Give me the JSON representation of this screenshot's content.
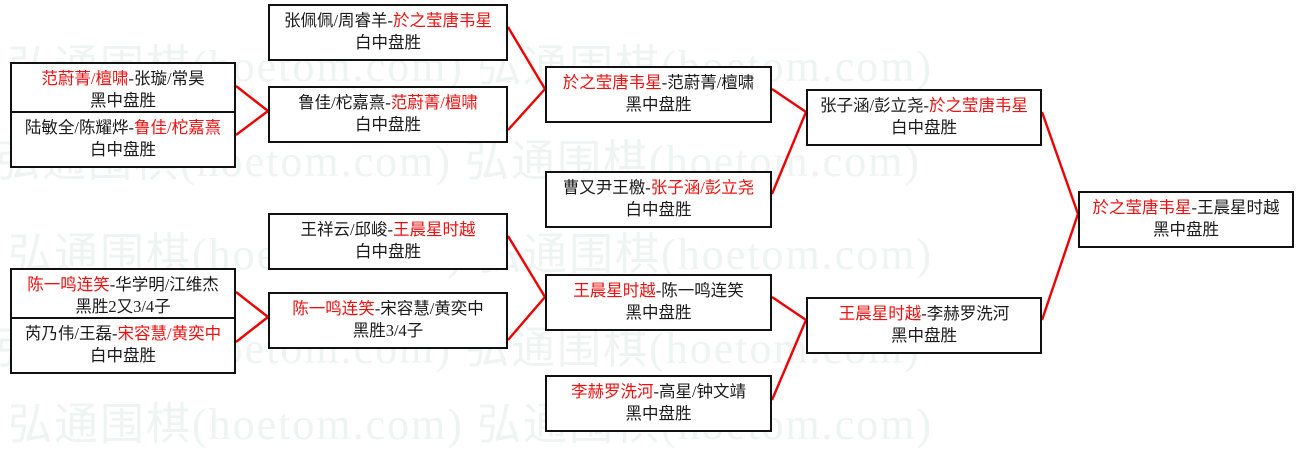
{
  "watermark": {
    "text": "弘通围棋(hoetom.com)  弘通围棋(hoetom.com)",
    "color": "#eef4f1"
  },
  "colors": {
    "winner": "#ee1111",
    "loser": "#1a1a1a",
    "connector": "#ee0000",
    "box_border": "#111111",
    "background": "#ffffff"
  },
  "bracket": {
    "title": "",
    "rounds": [
      {
        "name": "round-1",
        "matches": [
          {
            "id": "r1m1",
            "winner": "范蔚菁/檀啸",
            "loser": "张璇/常昊",
            "winner_side": "left",
            "result": "黑中盘胜"
          },
          {
            "id": "r1m2",
            "winner": "鲁佳/柁嘉熹",
            "loser": "陆敏全/陈耀烨",
            "winner_side": "right",
            "result": "白中盘胜"
          },
          {
            "id": "r1m3",
            "winner": "陈一鸣连笑",
            "loser": "华学明/江维杰",
            "winner_side": "left",
            "result": "黑胜2又3/4子"
          },
          {
            "id": "r1m4",
            "winner": "宋容慧/黄奕中",
            "loser": "芮乃伟/王磊",
            "winner_side": "right",
            "result": "白中盘胜"
          }
        ]
      },
      {
        "name": "round-2",
        "matches": [
          {
            "id": "r2m1",
            "winner": "於之莹唐韦星",
            "loser": "张佩佩/周睿羊",
            "winner_side": "right",
            "result": "白中盘胜"
          },
          {
            "id": "r2m2",
            "winner": "范蔚菁/檀啸",
            "loser": "鲁佳/柁嘉熹",
            "winner_side": "right",
            "result": "白中盘胜"
          },
          {
            "id": "r2m3",
            "winner": "王晨星时越",
            "loser": "王祥云/邱峻",
            "winner_side": "right",
            "result": "白中盘胜"
          },
          {
            "id": "r2m4",
            "winner": "陈一鸣连笑",
            "loser": "宋容慧/黄奕中",
            "winner_side": "left",
            "result": "黑胜3/4子"
          }
        ]
      },
      {
        "name": "round-3",
        "matches": [
          {
            "id": "r3m1",
            "winner": "於之莹唐韦星",
            "loser": "范蔚菁/檀啸",
            "winner_side": "left",
            "result": "黑中盘胜"
          },
          {
            "id": "r3m2",
            "winner": "张子涵/彭立尧",
            "loser": "曹又尹王檄",
            "winner_side": "right",
            "result": "白中盘胜"
          },
          {
            "id": "r3m3",
            "winner": "王晨星时越",
            "loser": "陈一鸣连笑",
            "winner_side": "left",
            "result": "黑中盘胜"
          },
          {
            "id": "r3m4",
            "winner": "李赫罗洗河",
            "loser": "高星/钟文靖",
            "winner_side": "left",
            "result": "黑中盘胜"
          }
        ]
      },
      {
        "name": "semifinal",
        "matches": [
          {
            "id": "r4m1",
            "winner": "於之莹唐韦星",
            "loser": "张子涵/彭立尧",
            "winner_side": "right",
            "result": "白中盘胜"
          },
          {
            "id": "r4m2",
            "winner": "王晨星时越",
            "loser": "李赫罗洗河",
            "winner_side": "left",
            "result": "黑中盘胜"
          }
        ]
      },
      {
        "name": "final",
        "matches": [
          {
            "id": "r5m1",
            "winner": "於之莹唐韦星",
            "loser": "王晨星时越",
            "winner_side": "left",
            "result": "黑中盘胜"
          }
        ]
      }
    ]
  }
}
